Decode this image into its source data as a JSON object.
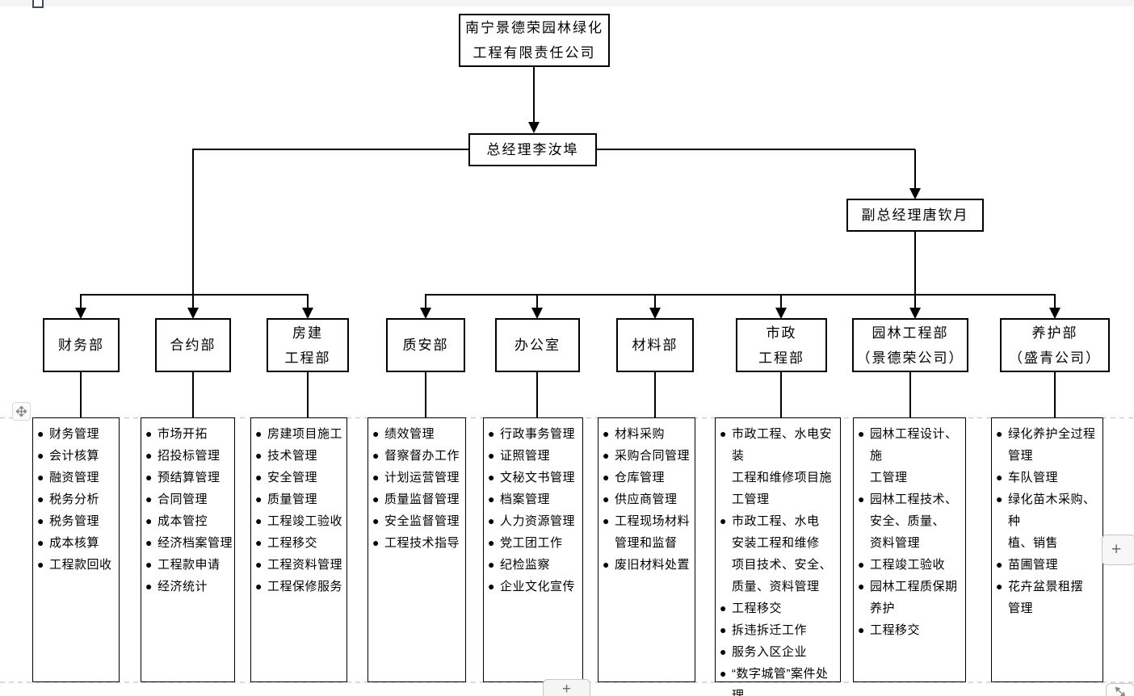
{
  "org_chart": {
    "company": "南宁景德荣园林绿化\n工程有限责任公司",
    "general_manager": "总经理李汝埠",
    "deputy_general_manager": "副总经理唐钦月",
    "departments": [
      {
        "name": "财务部",
        "duties": [
          "财务管理",
          "会计核算",
          "融资管理",
          "税务分析",
          "税务管理",
          "成本核算",
          "工程款回收"
        ]
      },
      {
        "name": "合约部",
        "duties": [
          "市场开拓",
          "招投标管理",
          "预结算管理",
          "合同管理",
          "成本管控",
          "经济档案管理",
          "工程款申请",
          "经济统计"
        ]
      },
      {
        "name": "房建\n工程部",
        "duties": [
          "房建项目施工",
          "技术管理",
          "安全管理",
          "质量管理",
          "工程竣工验收",
          "工程移交",
          "工程资料管理",
          "工程保修服务"
        ]
      },
      {
        "name": "质安部",
        "duties": [
          "绩效管理",
          "督察督办工作",
          "计划运营管理",
          "质量监督管理",
          "安全监督管理",
          "工程技术指导"
        ]
      },
      {
        "name": "办公室",
        "duties": [
          "行政事务管理",
          "证照管理",
          "文秘文书管理",
          "档案管理",
          "人力资源管理",
          "党工团工作",
          "纪检监察",
          "企业文化宣传"
        ]
      },
      {
        "name": "材料部",
        "duties": [
          "材料采购",
          "采购合同管理",
          "仓库管理",
          "供应商管理",
          "工程现场材料\n管理和监督",
          "废旧材料处置"
        ]
      },
      {
        "name": "市政\n工程部",
        "duties": [
          "市政工程、水电安装\n工程和维修项目施\n工管理",
          "市政工程、水电\n安装工程和维修\n项目技术、安全、\n质量、资料管理",
          "工程移交",
          "拆违拆迁工作",
          "服务入区企业",
          "“数字城管”案件处\n理"
        ]
      },
      {
        "name": "园林工程部\n（景德荣公司）",
        "duties": [
          "园林工程设计、施\n工管理",
          "园林工程技术、\n安全、质量、\n资料管理",
          "工程竣工验收",
          "园林工程质保期\n养护",
          "工程移交"
        ]
      },
      {
        "name": "养护部\n（盛青公司）",
        "duties": [
          "绿化养护全过程\n管理",
          "车队管理",
          "绿化苗木采购、种\n植、销售",
          "苗圃管理",
          "花卉盆景租摆\n管理"
        ]
      }
    ]
  },
  "ui": {
    "insert_row_button": "+",
    "insert_column_button": "+",
    "colors": {
      "line": "#000000",
      "dashed_guide": "#cdcdcd",
      "top_strip": "#f4f4f6"
    }
  }
}
